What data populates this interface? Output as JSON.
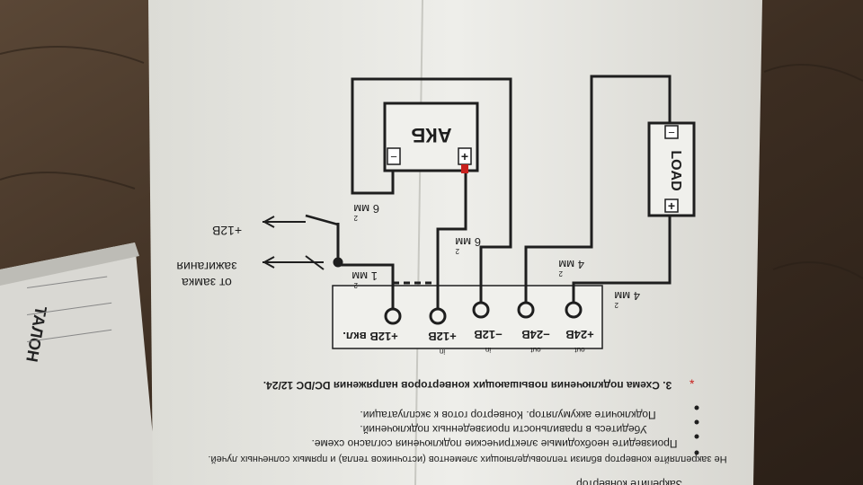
{
  "diagram": {
    "battery_label": "АКБ",
    "load_label": "LOAD",
    "plus_sign": "+",
    "minus_sign": "−",
    "wire_6mm_a": "6 мм",
    "wire_6mm_b": "6 мм",
    "wire_4mm_a": "4 мм",
    "wire_4mm_b": "4 мм",
    "wire_1mm": "1 мм",
    "squared": "2",
    "plus12_input": "+12В",
    "ignition_line1": "от замка",
    "ignition_line2": "зажигания",
    "terminals": [
      {
        "label": "+24В",
        "sub": "out"
      },
      {
        "label": "−24В",
        "sub": "out"
      },
      {
        "label": "−12В",
        "sub": "in"
      },
      {
        "label": "+12В",
        "sub": "in"
      },
      {
        "label": "+12В вкл.",
        "sub": ""
      }
    ]
  },
  "instructions": {
    "heading": "3. Схема подключения повышающих конверторов напряжения DC/DC 12/24.",
    "bullets": [
      "Подключите аккумулятор. Конвертор готов к эксплуатации.",
      "Убедитесь в правильности произведенных подключений.",
      "Произведите необходимые электрические подключения согласно схеме.",
      "Не закрепляйте конвертор вблизи тепловыделяющих элементов (источников тепла) и прямых солнечных лучей.",
      "Закрепите конвертор"
    ]
  },
  "booklet": {
    "title": "ТАЛОН"
  },
  "colors": {
    "paper": "#e9e8e3",
    "ink": "#1f1f1f",
    "accent_red": "#c8211e",
    "table": "#3a2c22"
  }
}
